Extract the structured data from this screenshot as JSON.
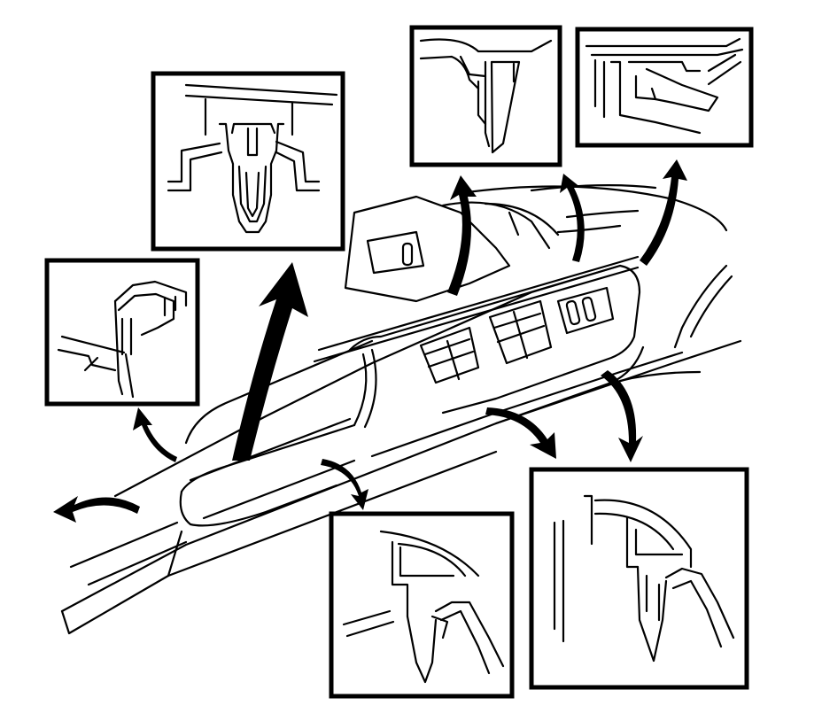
{
  "figure": {
    "kind": "line-illustration",
    "subject": "door-trim-panel-clip-locations",
    "palette": {
      "ink": "#000000",
      "paper": "#ffffff"
    },
    "detail_views": [
      {
        "name": "detail-pushpin-clip"
      },
      {
        "name": "detail-upper-left-clip"
      },
      {
        "name": "detail-top-wedge-clip"
      },
      {
        "name": "detail-top-right-retainer"
      },
      {
        "name": "detail-lower-middle-clip"
      },
      {
        "name": "detail-lower-right-clip"
      }
    ]
  }
}
